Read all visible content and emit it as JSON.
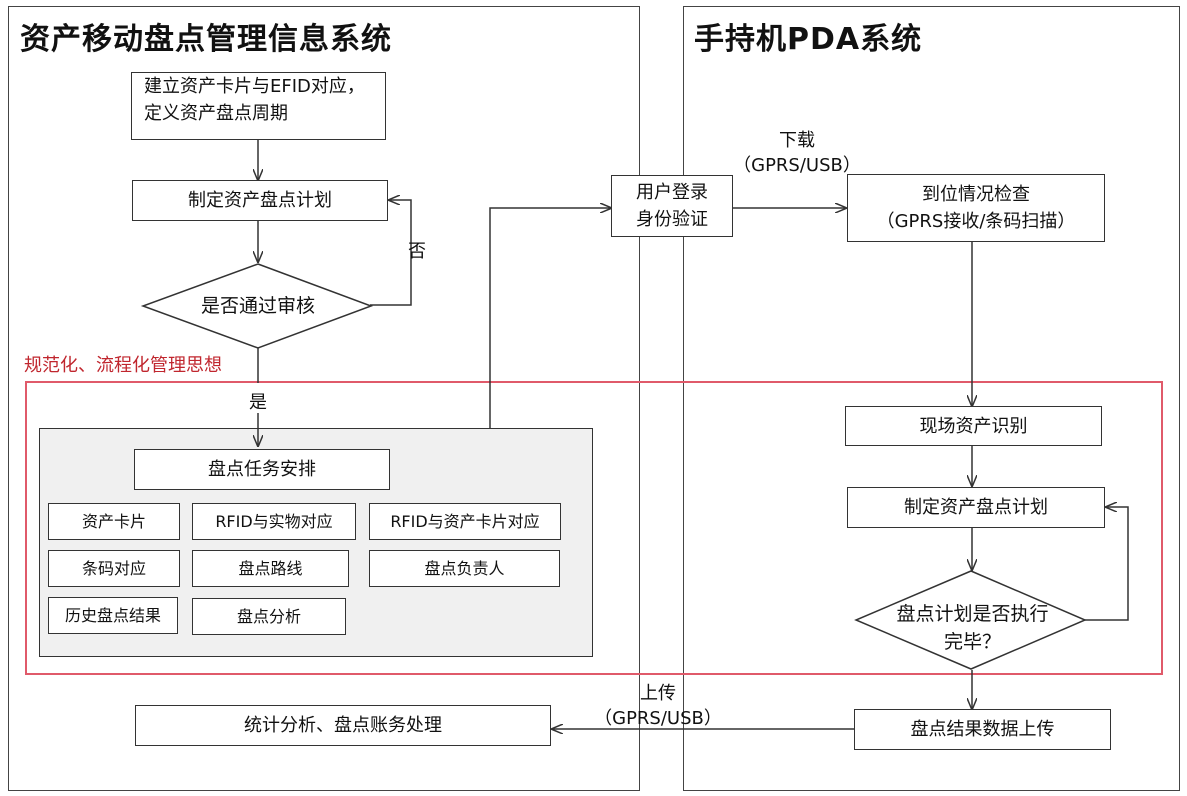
{
  "left_system": {
    "title": "资产移动盘点管理信息系统",
    "step_card_line1": "建立资产卡片与EFID对应，",
    "step_card_line2": "定义资产盘点周期",
    "step_plan": "制定资产盘点计划",
    "decision_review": "是否通过审核",
    "label_no": "否",
    "label_yes": "是",
    "task_group": {
      "title": "盘点任务安排",
      "items": [
        "资产卡片",
        "RFID与实物对应",
        "RFID与资产卡片对应",
        "条码对应",
        "盘点路线",
        "盘点负责人",
        "历史盘点结果",
        "盘点分析"
      ]
    },
    "step_stats": "统计分析、盘点账务处理"
  },
  "middle": {
    "login_line1": "用户登录",
    "login_line2": "身份验证",
    "download_line1": "下载",
    "download_line2": "（GPRS/USB）",
    "upload_line1": "上传",
    "upload_line2": "（GPRS/USB）"
  },
  "right_system": {
    "title": "手持机PDA系统",
    "arrival_line1": "到位情况检查",
    "arrival_line2": "（GPRS接收/条码扫描）",
    "step_identify": "现场资产识别",
    "step_plan": "制定资产盘点计划",
    "decision_line1": "盘点计划是否执行",
    "decision_line2": "完毕？",
    "step_upload": "盘点结果数据上传"
  },
  "highlight_label": "规范化、流程化管理思想",
  "colors": {
    "highlight_border": "#e05a6a",
    "highlight_text": "#c0262e",
    "group_fill": "#f0f0f0"
  }
}
